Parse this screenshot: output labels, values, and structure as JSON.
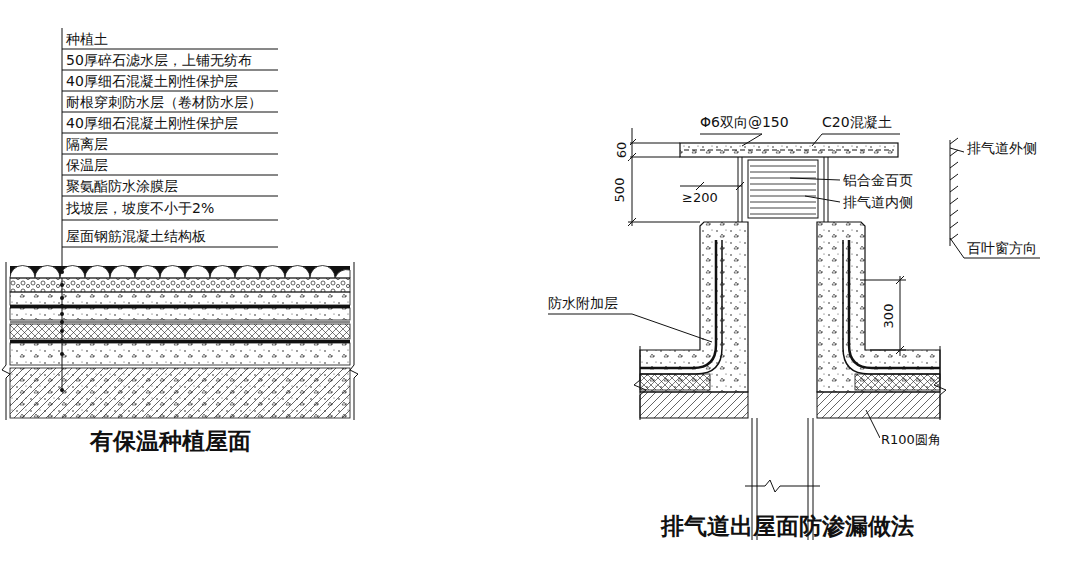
{
  "diagram": {
    "labels": [
      "种植土",
      "50厚碎石滤水层，上铺无纺布",
      "40厚细石混凝土刚性保护层",
      "耐根穿刺防水层（卷材防水层）",
      "40厚细石混凝土刚性保护层",
      "隔离层",
      "保温层",
      "聚氨酯防水涂膜层",
      "找坡层，坡度不小于2%",
      "屋面钢筋混凝土结构板",
      "有保温种植屋面",
      "Φ6双向@150",
      "C20混凝土",
      "60",
      "500",
      "≥200",
      "铝合金百页",
      "排气道内侧",
      "排气道外侧",
      "百叶窗方向",
      "防水附加层",
      "300",
      "R100圆角",
      "排气道出屋面防渗漏做法"
    ]
  }
}
